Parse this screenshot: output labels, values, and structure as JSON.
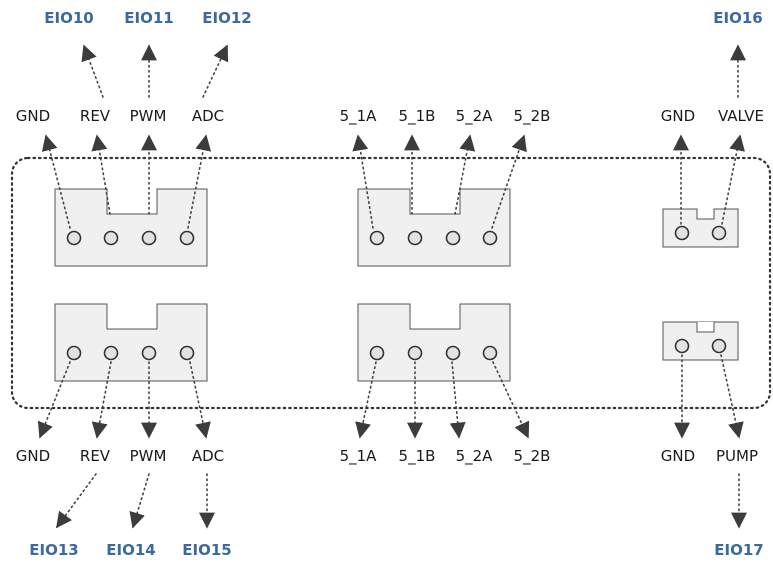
{
  "colors": {
    "eio": "#3a6aa0",
    "arrow": "#3c3c3c"
  },
  "top_eio": [
    "EIO10",
    "EIO11",
    "EIO12",
    "EIO16"
  ],
  "bottom_eio": [
    "EIO13",
    "EIO14",
    "EIO15",
    "EIO17"
  ],
  "top_left_labels": [
    "GND",
    "REV",
    "PWM",
    "ADC"
  ],
  "top_mid_labels": [
    "5_1A",
    "5_1B",
    "5_2A",
    "5_2B"
  ],
  "top_right_labels": [
    "GND",
    "VALVE"
  ],
  "bottom_left_labels": [
    "GND",
    "REV",
    "PWM",
    "ADC"
  ],
  "bottom_mid_labels": [
    "5_1A",
    "5_1B",
    "5_2A",
    "5_2B"
  ],
  "bottom_right_labels": [
    "GND",
    "PUMP"
  ]
}
